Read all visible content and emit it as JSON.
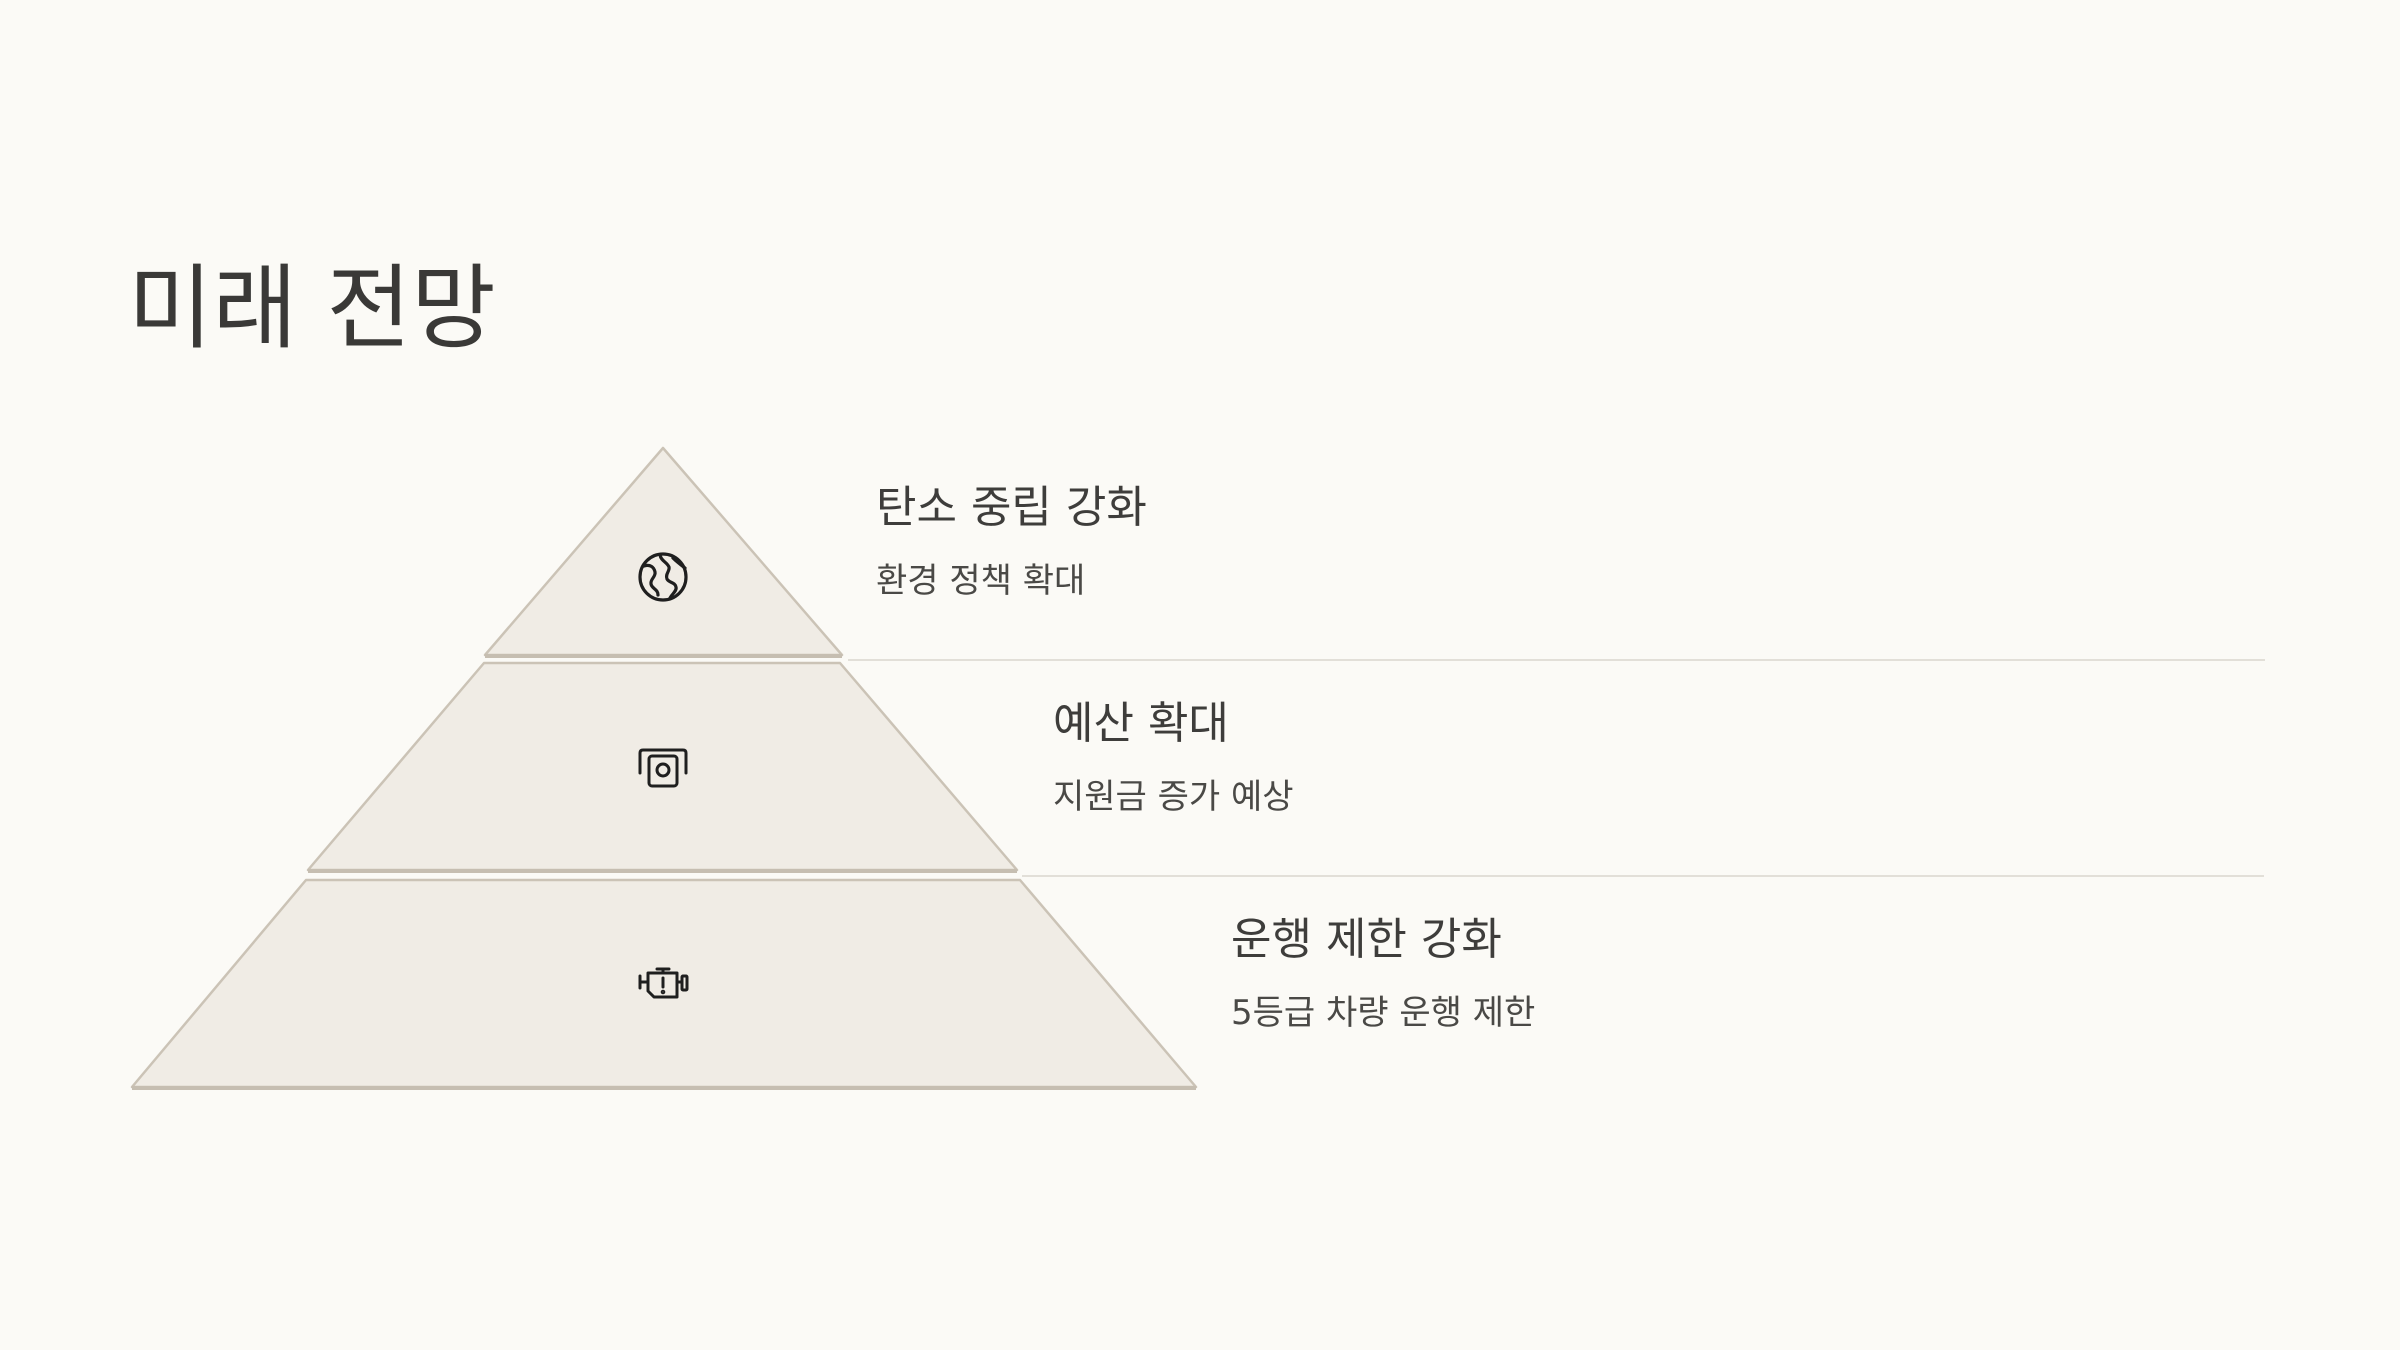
{
  "slide": {
    "title": "미래 전망"
  },
  "pyramid": {
    "levels": [
      {
        "heading": "탄소 중립 강화",
        "description": "환경 정책 확대",
        "icon": "globe-icon"
      },
      {
        "heading": "예산 확대",
        "description": "지원금 증가 예상",
        "icon": "atm-cash-icon"
      },
      {
        "heading": "운행 제한 강화",
        "description": "5등급 차량 운행 제한",
        "icon": "engine-warning-icon"
      }
    ]
  },
  "colors": {
    "background": "#fbfaf6",
    "pyramid_fill": "#f0ece5",
    "pyramid_stroke": "#cbc3b6",
    "divider": "#e2dfd8",
    "text": "#3b3a38"
  }
}
